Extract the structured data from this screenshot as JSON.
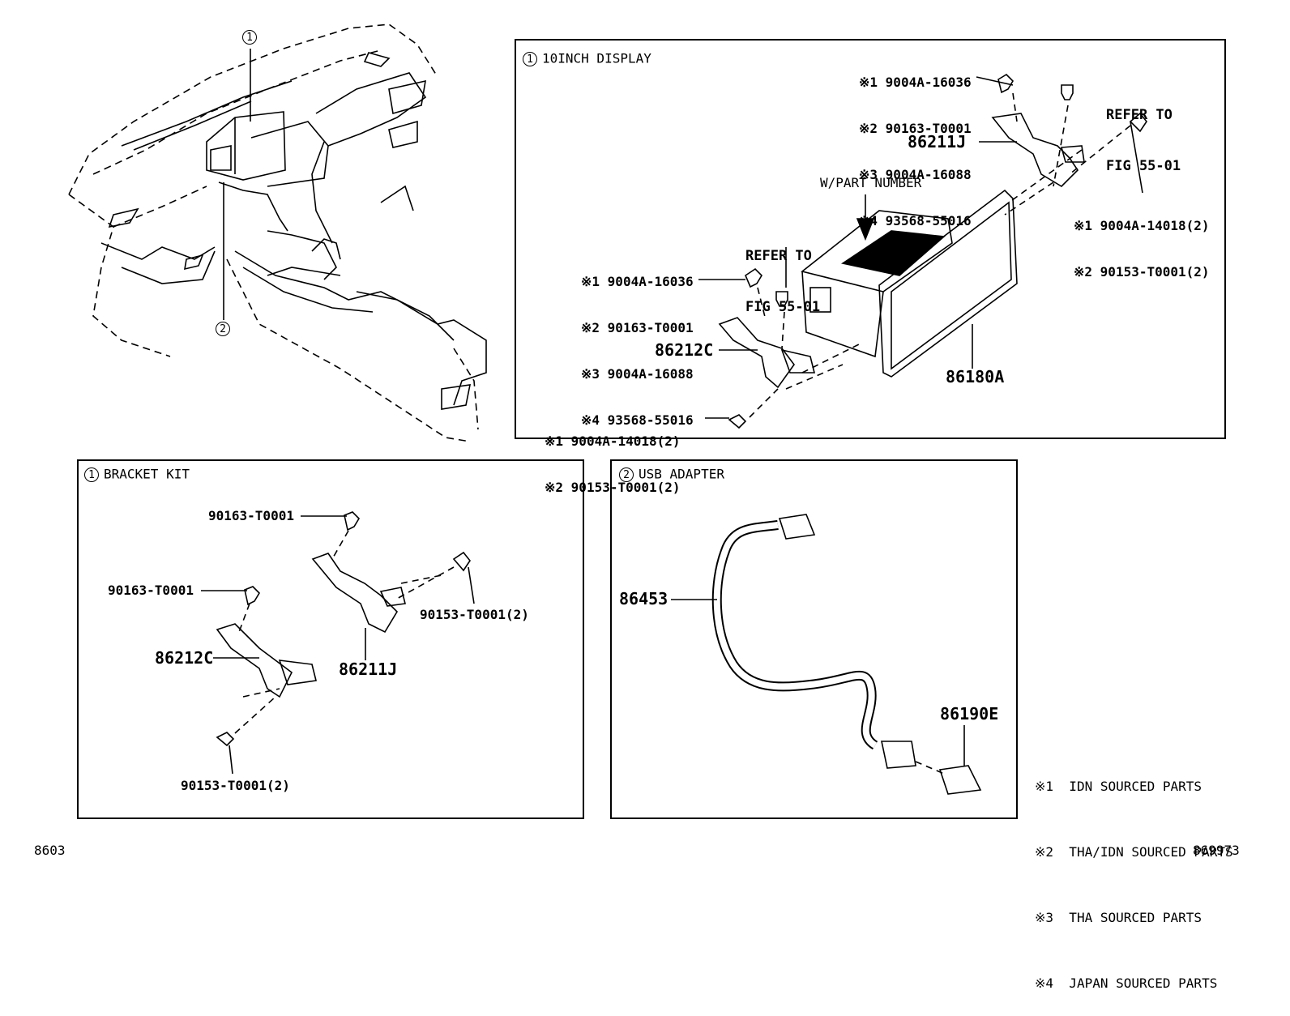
{
  "callouts": {
    "one": "1",
    "two": "2"
  },
  "display_panel": {
    "title": "10INCH DISPLAY",
    "top_fasteners": [
      "※1 9004A-16036",
      "※2 90163-T0001",
      "※3 9004A-16088",
      "※4 93568-55016"
    ],
    "left_fasteners": [
      "※1 9004A-16036",
      "※2 90163-T0001",
      "※3 9004A-16088",
      "※4 93568-55016"
    ],
    "refer_top": [
      "REFER TO",
      "FIG 55-01"
    ],
    "refer_mid": [
      "REFER TO",
      "FIG 55-01"
    ],
    "bracket_right": "86211J",
    "bracket_left": "86212C",
    "part_number_label": "W/PART NUMBER",
    "display_unit": "86180A",
    "right_screws": [
      "※1 9004A-14018(2)",
      "※2 90153-T0001(2)"
    ],
    "bottom_screws": [
      "※1 9004A-14018(2)",
      "※2 90153-T0001(2)"
    ]
  },
  "bracket_panel": {
    "title": "BRACKET KIT",
    "screw_top": "90163-T0001",
    "screw_left": "90163-T0001",
    "screw_right": "90153-T0001(2)",
    "screw_bottom": "90153-T0001(2)",
    "bracket_left": "86212C",
    "bracket_right": "86211J"
  },
  "usb_panel": {
    "title": "USB ADAPTER",
    "cable": "86453",
    "adapter": "86190E"
  },
  "legend": [
    "※1  IDN SOURCED PARTS",
    "※2  THA/IDN SOURCED PARTS",
    "※3  THA SOURCED PARTS",
    "※4  JAPAN SOURCED PARTS"
  ],
  "footer": {
    "left_code": "8603",
    "right_code": "869973"
  }
}
